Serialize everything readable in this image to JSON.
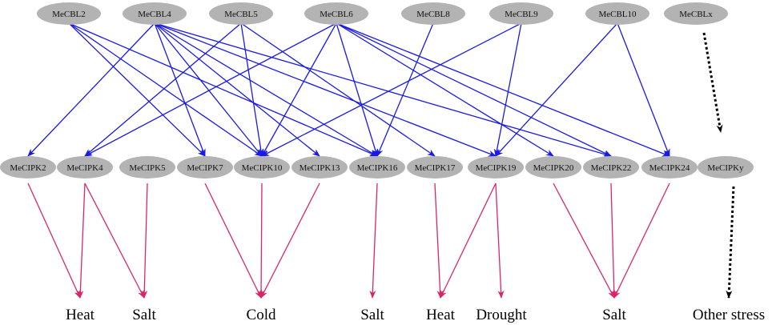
{
  "cbl_nodes": [
    {
      "id": "MeCBL2",
      "label": "MeCBL2"
    },
    {
      "id": "MeCBL4",
      "label": "MeCBL4"
    },
    {
      "id": "MeCBL5",
      "label": "MeCBL5"
    },
    {
      "id": "MeCBL6",
      "label": "MeCBL6"
    },
    {
      "id": "MeCBL8",
      "label": "MeCBL8"
    },
    {
      "id": "MeCBL9",
      "label": "MeCBL9"
    },
    {
      "id": "MeCBL10",
      "label": "MeCBL10"
    },
    {
      "id": "MeCBLx",
      "label": "MeCBLx"
    }
  ],
  "cipk_nodes": [
    {
      "id": "MeCIPK2",
      "label": "MeCIPK2"
    },
    {
      "id": "MeCIPK4",
      "label": "MeCIPK4"
    },
    {
      "id": "MeCIPK5",
      "label": "MeCIPK5"
    },
    {
      "id": "MeCIPK7",
      "label": "MeCIPK7"
    },
    {
      "id": "MeCIPK10",
      "label": "MeCIPK10"
    },
    {
      "id": "MeCIPK13",
      "label": "MeCIPK13"
    },
    {
      "id": "MeCIPK16",
      "label": "MeCIPK16"
    },
    {
      "id": "MeCIPK17",
      "label": "MeCIPK17"
    },
    {
      "id": "MeCIPK19",
      "label": "MeCIPK19"
    },
    {
      "id": "MeCIPK20",
      "label": "MeCIPK20"
    },
    {
      "id": "MeCIPK22",
      "label": "MeCIPK22"
    },
    {
      "id": "MeCIPK24",
      "label": "MeCIPK24"
    },
    {
      "id": "MeCIPKy",
      "label": "MeCIPKy"
    }
  ],
  "stress_nodes": [
    {
      "id": "heat-1",
      "label": "Heat"
    },
    {
      "id": "salt-1",
      "label": "Salt"
    },
    {
      "id": "cold",
      "label": "Cold"
    },
    {
      "id": "salt-2",
      "label": "Salt"
    },
    {
      "id": "heat-2",
      "label": "Heat"
    },
    {
      "id": "drought",
      "label": "Drought"
    },
    {
      "id": "salt-3",
      "label": "Salt"
    },
    {
      "id": "other-stress",
      "label": "Other stress"
    }
  ],
  "cbl_cipk_edges": [
    [
      "MeCBL2",
      "MeCIPK7"
    ],
    [
      "MeCBL2",
      "MeCIPK10"
    ],
    [
      "MeCBL2",
      "MeCIPK16"
    ],
    [
      "MeCBL4",
      "MeCIPK2"
    ],
    [
      "MeCBL4",
      "MeCIPK7"
    ],
    [
      "MeCBL4",
      "MeCIPK10"
    ],
    [
      "MeCBL4",
      "MeCIPK13"
    ],
    [
      "MeCBL4",
      "MeCIPK16"
    ],
    [
      "MeCBL4",
      "MeCIPK19"
    ],
    [
      "MeCBL4",
      "MeCIPK22"
    ],
    [
      "MeCBL5",
      "MeCIPK4"
    ],
    [
      "MeCBL5",
      "MeCIPK10"
    ],
    [
      "MeCBL5",
      "MeCIPK17"
    ],
    [
      "MeCBL6",
      "MeCIPK4"
    ],
    [
      "MeCBL6",
      "MeCIPK10"
    ],
    [
      "MeCBL6",
      "MeCIPK16"
    ],
    [
      "MeCBL6",
      "MeCIPK20"
    ],
    [
      "MeCBL6",
      "MeCIPK22"
    ],
    [
      "MeCBL6",
      "MeCIPK24"
    ],
    [
      "MeCBL8",
      "MeCIPK16"
    ],
    [
      "MeCBL9",
      "MeCIPK19"
    ],
    [
      "MeCBL9",
      "MeCIPK10"
    ],
    [
      "MeCBL10",
      "MeCIPK19"
    ],
    [
      "MeCBL10",
      "MeCIPK24"
    ]
  ],
  "cipk_stress_edges": [
    [
      "MeCIPK2",
      "heat-1"
    ],
    [
      "MeCIPK4",
      "heat-1"
    ],
    [
      "MeCIPK4",
      "salt-1"
    ],
    [
      "MeCIPK5",
      "salt-1"
    ],
    [
      "MeCIPK7",
      "cold"
    ],
    [
      "MeCIPK10",
      "cold"
    ],
    [
      "MeCIPK13",
      "cold"
    ],
    [
      "MeCIPK16",
      "salt-2"
    ],
    [
      "MeCIPK17",
      "heat-2"
    ],
    [
      "MeCIPK19",
      "heat-2"
    ],
    [
      "MeCIPK19",
      "drought"
    ],
    [
      "MeCIPK20",
      "salt-3"
    ],
    [
      "MeCIPK22",
      "salt-3"
    ],
    [
      "MeCIPK24",
      "salt-3"
    ]
  ],
  "dotted_edges": [
    [
      "MeCBLx",
      "MeCIPKy"
    ],
    [
      "MeCIPKy",
      "other-stress"
    ]
  ],
  "colors": {
    "node_fill": "#b3b3b3",
    "cbl_cipk_edge": "#1a1ae6",
    "cipk_stress_edge": "#d9266b",
    "dotted_edge": "#000000"
  }
}
